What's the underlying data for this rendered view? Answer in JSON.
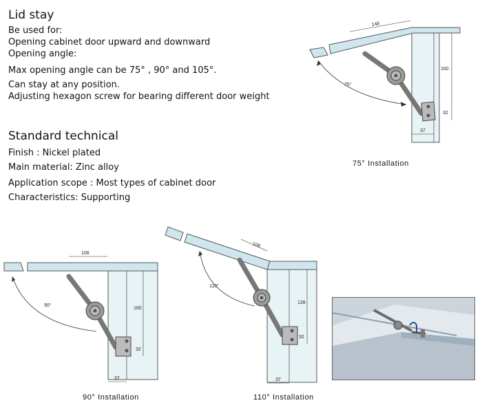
{
  "title": "Lid stay",
  "description": {
    "used_for_label": "Be used for:",
    "used_for": "Opening cabinet door upward and downward",
    "angle_label": "Opening angle:",
    "max_angle": "Max opening angle can be 75° , 90° and 105°.",
    "stay": "Can stay at any position.",
    "adjust": "Adjusting hexagon screw for bearing different door weight"
  },
  "standard": {
    "heading": "Standard technical",
    "finish": "Finish : Nickel plated",
    "material": "Main material: Zinc alloy",
    "scope": "Application scope : Most types of cabinet door",
    "characteristics": "Characteristics: Supporting"
  },
  "diagrams": {
    "d75": {
      "caption": "75° Installation",
      "angle": "75°",
      "top": "148",
      "height": "160",
      "hole": "32",
      "offset": "37"
    },
    "d90": {
      "caption": "90° Installation",
      "angle": "90°",
      "top": "106",
      "height": "160",
      "hole": "32",
      "offset": "37"
    },
    "d110": {
      "caption": "110° Installation",
      "angle": "110°",
      "top": "108",
      "height": "128",
      "hole": "32",
      "offset": "37"
    }
  },
  "colors": {
    "panel": "#cfe6ee",
    "panel_edge": "#555555",
    "metal": "#8a8a8a",
    "line": "#333333"
  }
}
